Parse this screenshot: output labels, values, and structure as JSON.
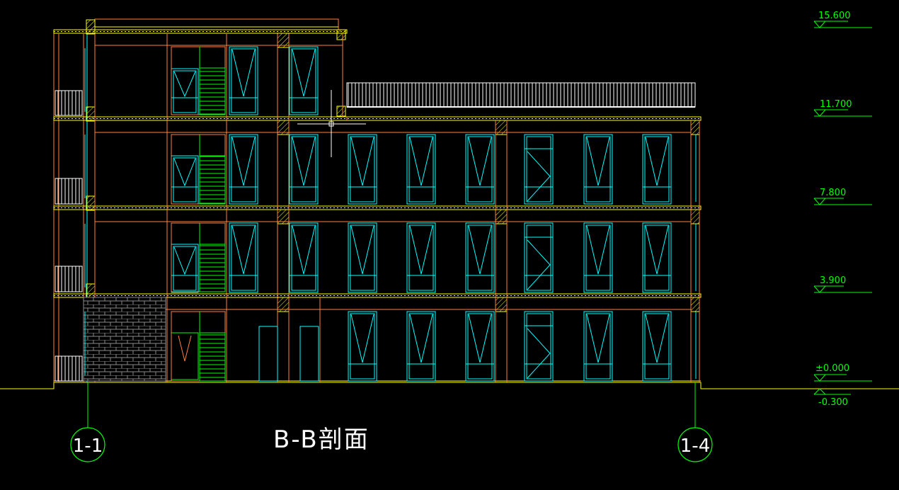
{
  "drawing": {
    "title": "B-B剖面",
    "colors": {
      "background": "#000000",
      "wall": "#ff8040",
      "slab": "#ffff00",
      "window": "#00ffff",
      "stair": "#00ff00",
      "railing": "#ffffff",
      "elevation": "#00ff00",
      "brick": "#808080"
    },
    "elevations": [
      {
        "label": "15.600"
      },
      {
        "label": "11.700"
      },
      {
        "label": "7.800"
      },
      {
        "label": "3.900"
      },
      {
        "label": "±0.000"
      },
      {
        "label": "-0.300"
      }
    ],
    "axes": [
      {
        "label": "1-1"
      },
      {
        "label": "1-4"
      }
    ],
    "crosshair_icon": "crosshair-cursor-icon"
  }
}
